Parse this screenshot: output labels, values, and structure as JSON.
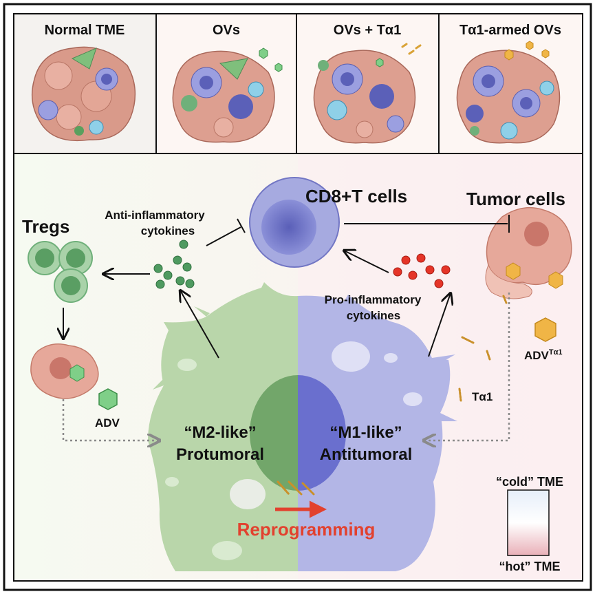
{
  "panels": {
    "titles": [
      "Normal TME",
      "OVs",
      "OVs + Tα1",
      "Tα1-armed OVs"
    ]
  },
  "labels": {
    "cd8": "CD8+T cells",
    "tumor_cells": "Tumor cells",
    "tregs": "Tregs",
    "anti_inflammatory_1": "Anti-inflammatory",
    "anti_inflammatory_2": "cytokines",
    "pro_inflammatory_1": "Pro-inflammatory",
    "pro_inflammatory_2": "cytokines",
    "adv": "ADV",
    "adv_ta1_base": "ADV",
    "adv_ta1_sup": "Tα1",
    "ta1": "Tα1",
    "m2_line1": "“M2-like”",
    "m2_line2": "Protumoral",
    "m1_line1": "“M1-like”",
    "m1_line2": "Antitumoral",
    "reprogramming": "Reprogramming",
    "cold_tme": "“cold” TME",
    "hot_tme": "“hot” TME"
  },
  "colors": {
    "m2_green": "#b9d6aa",
    "m1_blue": "#b3b6e6",
    "cd8_blue": "#6d73c9",
    "treg_green": "#6fb07a",
    "pro_red": "#e53528",
    "reprogramming_red": "#e2412e",
    "tumor_pink": "#e6a89a",
    "adv_orange": "#f0b546"
  }
}
